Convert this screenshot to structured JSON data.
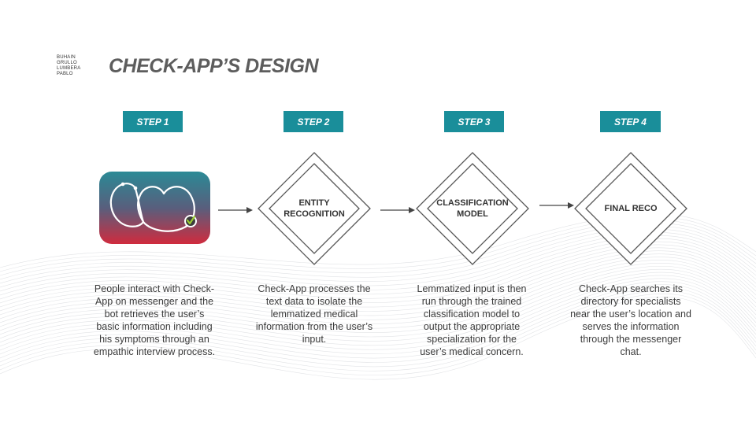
{
  "authors": [
    "BUHAIN",
    "GRULLO",
    "LUMBERA",
    "PABLO"
  ],
  "title": "CHECK-APP’S DESIGN",
  "app_icon": {
    "name": "Check App",
    "colors": {
      "top": "#2b8a96",
      "bottom": "#d02b3e",
      "check": "#9acd32"
    }
  },
  "steps": [
    {
      "label": "STEP 1",
      "box": "",
      "description": "People interact with Check-App on messenger and the bot retrieves the user’s basic information including his symptoms through an empathic interview process."
    },
    {
      "label": "STEP 2",
      "box": "ENTITY RECOGNITION",
      "description": "Check-App processes the text data to isolate the lemmatized medical information from the user’s input."
    },
    {
      "label": "STEP 3",
      "box": "CLASSIFICATION MODEL",
      "description": "Lemmatized input is then run through the trained classification model to output the appropriate specialization for the user’s medical concern."
    },
    {
      "label": "STEP 4",
      "box": "FINAL RECO",
      "description": "Check-App searches its directory for specialists near the user’s location and serves the information through the messenger chat."
    }
  ],
  "colors": {
    "accent": "#1a8e9a",
    "title": "#5d5d5d",
    "text": "#3c3c3c"
  }
}
